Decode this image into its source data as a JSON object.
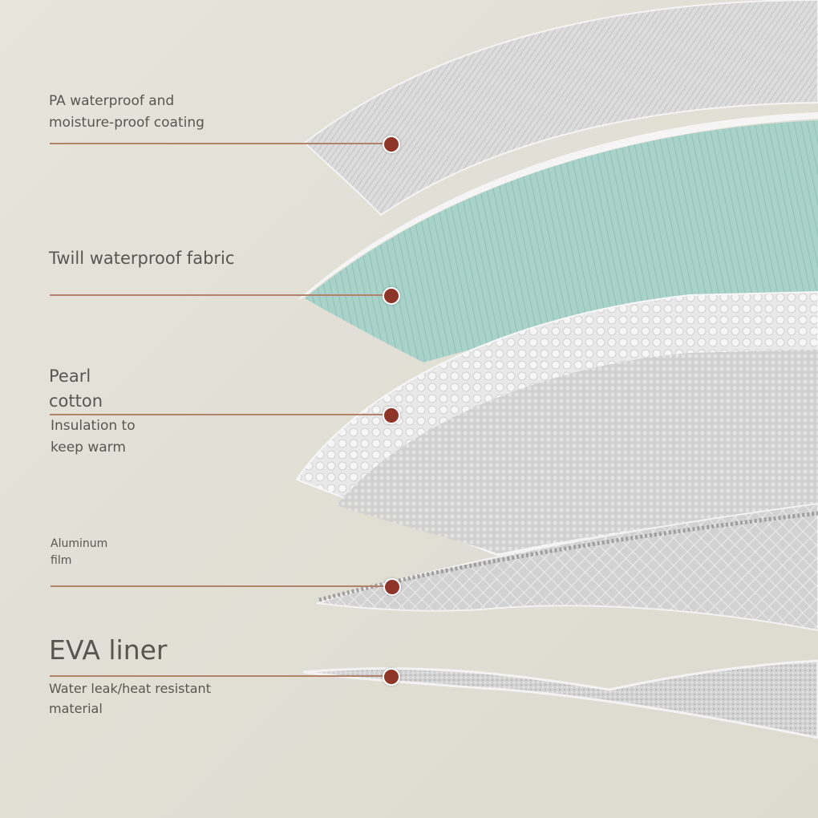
{
  "layers": [
    {
      "id": "pa",
      "lines": [
        "PA waterproof and",
        "moisture-proof coating"
      ]
    },
    {
      "id": "twill",
      "lines": [
        "Twill waterproof fabric"
      ]
    },
    {
      "id": "pearl",
      "title_lines": [
        "Pearl",
        "cotton"
      ],
      "lines": [
        "Insulation to",
        "keep warm"
      ]
    },
    {
      "id": "aluminum",
      "lines": [
        "Aluminum",
        "film"
      ]
    },
    {
      "id": "eva",
      "title_lines": [
        "EVA liner"
      ],
      "lines": [
        "Water leak/heat resistant",
        "material"
      ]
    }
  ],
  "colors": {
    "background": "#e3e1d6",
    "leader_line": "#b3826b",
    "marker_dot": "#8e3529",
    "twill_layer": "#a8d2ca",
    "text": "#5a564f"
  }
}
